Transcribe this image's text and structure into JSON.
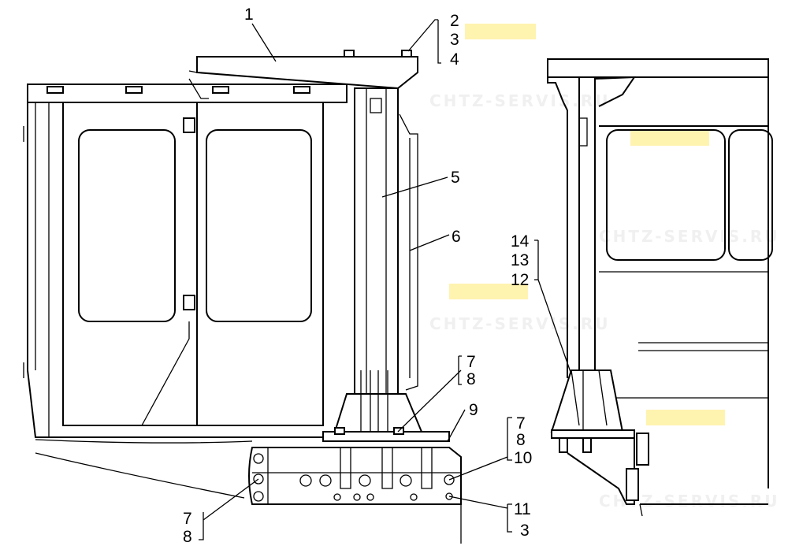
{
  "watermark": "CHTZ-SERVIS.RU",
  "callouts": {
    "c1": "1",
    "c2": "2",
    "c3": "3",
    "c4": "4",
    "c5": "5",
    "c6": "6",
    "c7a": "7",
    "c8a": "8",
    "c9": "9",
    "c7b": "7",
    "c8b": "8",
    "c10": "10",
    "c11": "11",
    "c3b": "3",
    "c7c": "7",
    "c8c": "8",
    "c14": "14",
    "c13": "13",
    "c12": "12"
  }
}
